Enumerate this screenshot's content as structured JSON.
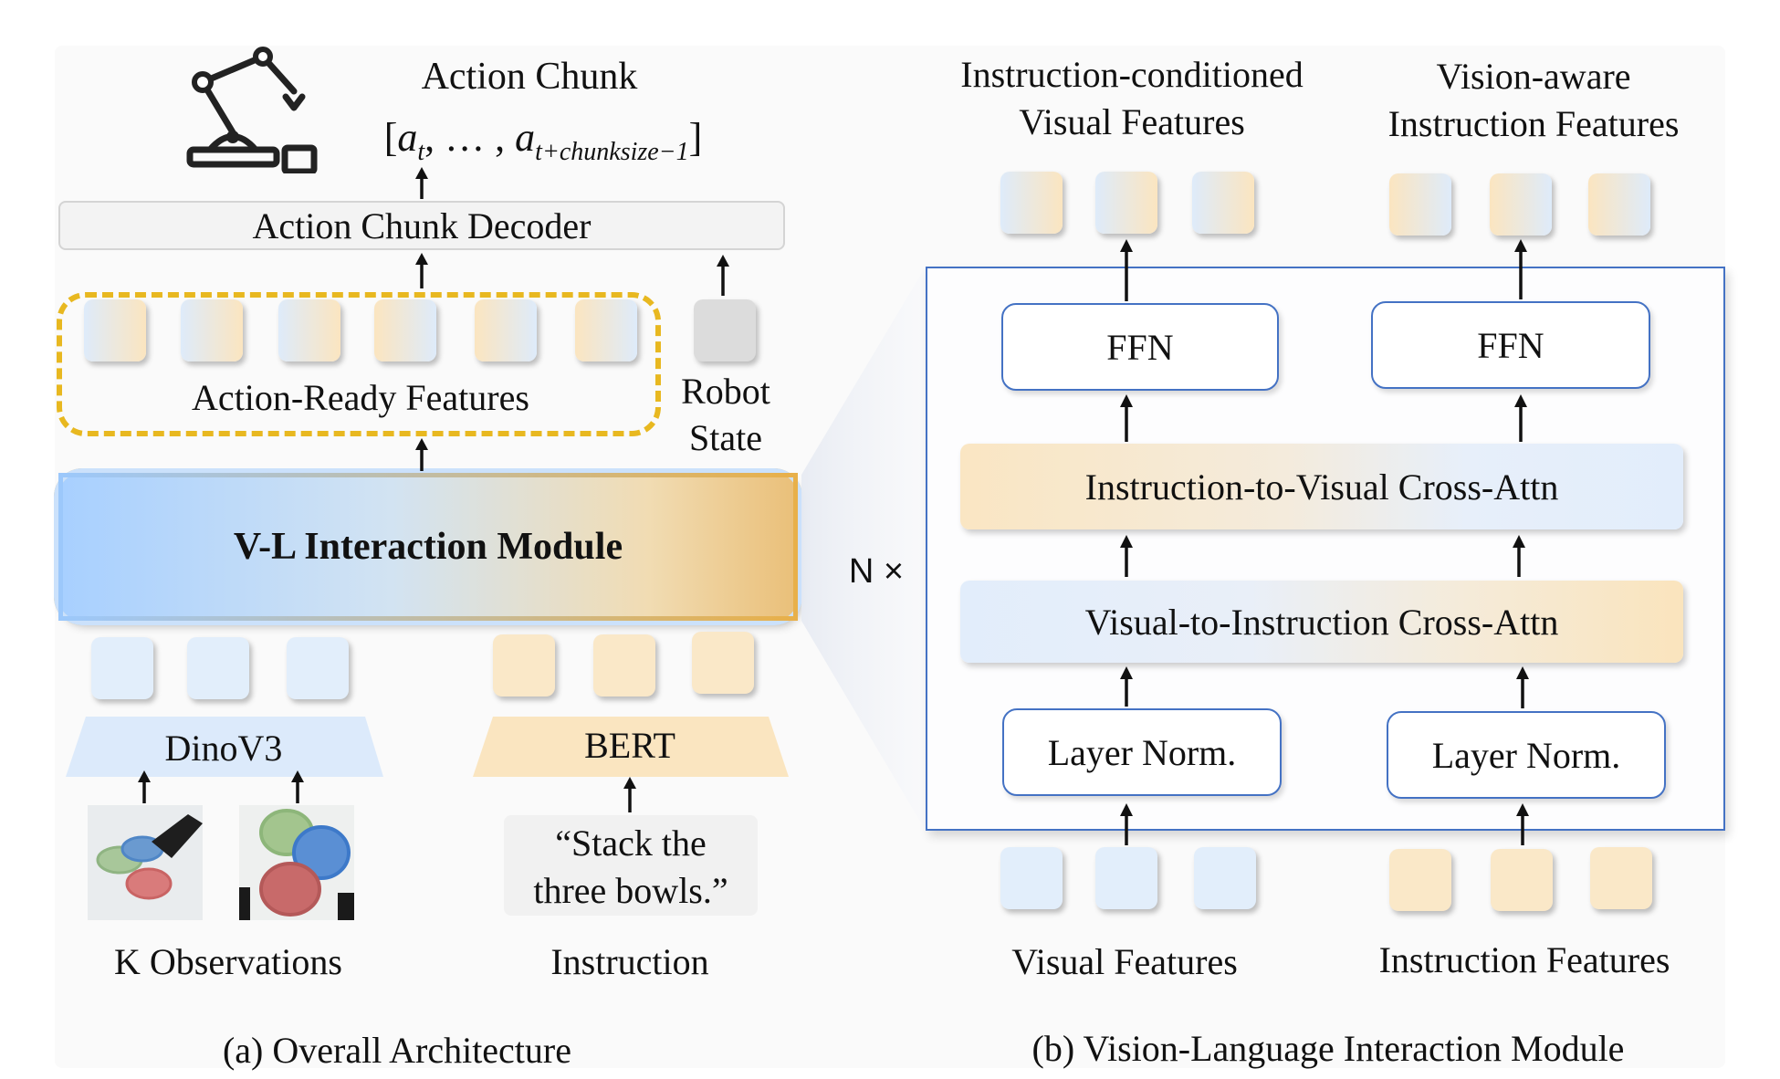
{
  "overall": {
    "action_chunk_title": "Action Chunk",
    "action_chunk_formula": "[a_t, …, a_{t+chunksize−1}]",
    "formula_open": "[",
    "formula_a1": "a",
    "formula_sub1": "t",
    "formula_mid": ", … , ",
    "formula_a2": "a",
    "formula_sub2": "t+chunksize−1",
    "formula_close": "]",
    "decoder_label": "Action Chunk Decoder",
    "action_ready_label": "Action-Ready Features",
    "robot_state_label": "Robot\nState",
    "robot_state_line1": "Robot",
    "robot_state_line2": "State",
    "vl_module_label": "V-L Interaction Module",
    "dino_label": "DinoV3",
    "bert_label": "BERT",
    "instruction_text": "“Stack the three bowls.”",
    "instruction_line1": "“Stack the",
    "instruction_line2": "three bowls.”",
    "observations_label": "K Observations",
    "instruction_label": "Instruction",
    "caption": "(a) Overall Architecture"
  },
  "interaction": {
    "top_left_title": "Instruction-conditioned Visual Features",
    "top_left_line1": "Instruction-conditioned",
    "top_left_line2": "Visual Features",
    "top_right_title": "Vision-aware Instruction Features",
    "top_right_line1": "Vision-aware",
    "top_right_line2": "Instruction Features",
    "ffn_left": "FFN",
    "ffn_right": "FFN",
    "cross_attn_i2v": "Instruction-to-Visual Cross-Attn",
    "cross_attn_v2i": "Visual-to-Instruction Cross-Attn",
    "layer_norm_left": "Layer Norm.",
    "layer_norm_right": "Layer Norm.",
    "repeat_label": "N ×",
    "visual_features_label": "Visual Features",
    "instruction_features_label": "Instruction Features",
    "caption": "(b) Vision-Language Interaction Module"
  },
  "colors": {
    "blue_token": "#e2eefb",
    "orange_token": "#fae8c8",
    "dashed_border": "#e8b820",
    "module_border": "#4472c4"
  }
}
